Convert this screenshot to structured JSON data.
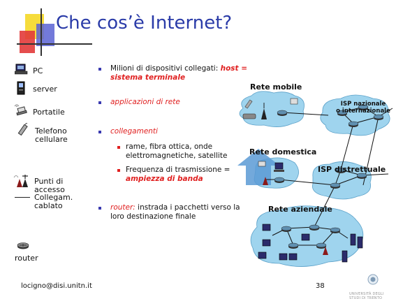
{
  "slide": {
    "title": "Che cos’è Internet?",
    "legend": [
      {
        "label": "PC",
        "icon": "pc-icon"
      },
      {
        "label": "server",
        "icon": "server-icon"
      },
      {
        "label": "Portatile",
        "icon": "laptop-icon"
      },
      {
        "label": "Telefono\ncellulare",
        "icon": "cellphone-icon"
      },
      {
        "label": "Punti di\naccesso",
        "icon": "access-point-icon"
      },
      {
        "label": "Collegam.\ncablato",
        "icon": "wired-link-icon"
      },
      {
        "label": "router",
        "icon": "router-icon"
      }
    ],
    "bullets": {
      "b1_text": "Milioni di dispositivi collegati: ",
      "b1_emph1": "host =",
      "b1_emph2": "sistema terminale",
      "b2": "applicazioni di rete",
      "b3": "collegamenti",
      "b3_sub1_a": "rame, fibra ottica, onde",
      "b3_sub1_b": "elettromagnetiche, satellite",
      "b3_sub2_a": "Frequenza di trasmissione =",
      "b3_sub2_b": "ampiezza di banda",
      "b4_emph": "router:",
      "b4_text_a": " instrada i pacchetti verso la",
      "b4_text_b": "loro destinazione finale"
    },
    "diagram": {
      "rete_mobile": "Rete mobile",
      "isp_nazionale_a": "ISP nazionale",
      "isp_nazionale_b": "o internazionale",
      "rete_domestica": "Rete domestica",
      "isp_distrettuale": "ISP distrettuale",
      "rete_aziendale": "Rete aziendale"
    },
    "footer": {
      "email": "locigno@disi.unitn.it",
      "page": "38",
      "university": "UNIVERSITÀ DEGLI STUDI DI TRENTO"
    },
    "colors": {
      "title": "#2a3ba8",
      "emphasis": "#e02020",
      "cloud": "#9fd4ee",
      "router": "#5f8fb0"
    }
  }
}
